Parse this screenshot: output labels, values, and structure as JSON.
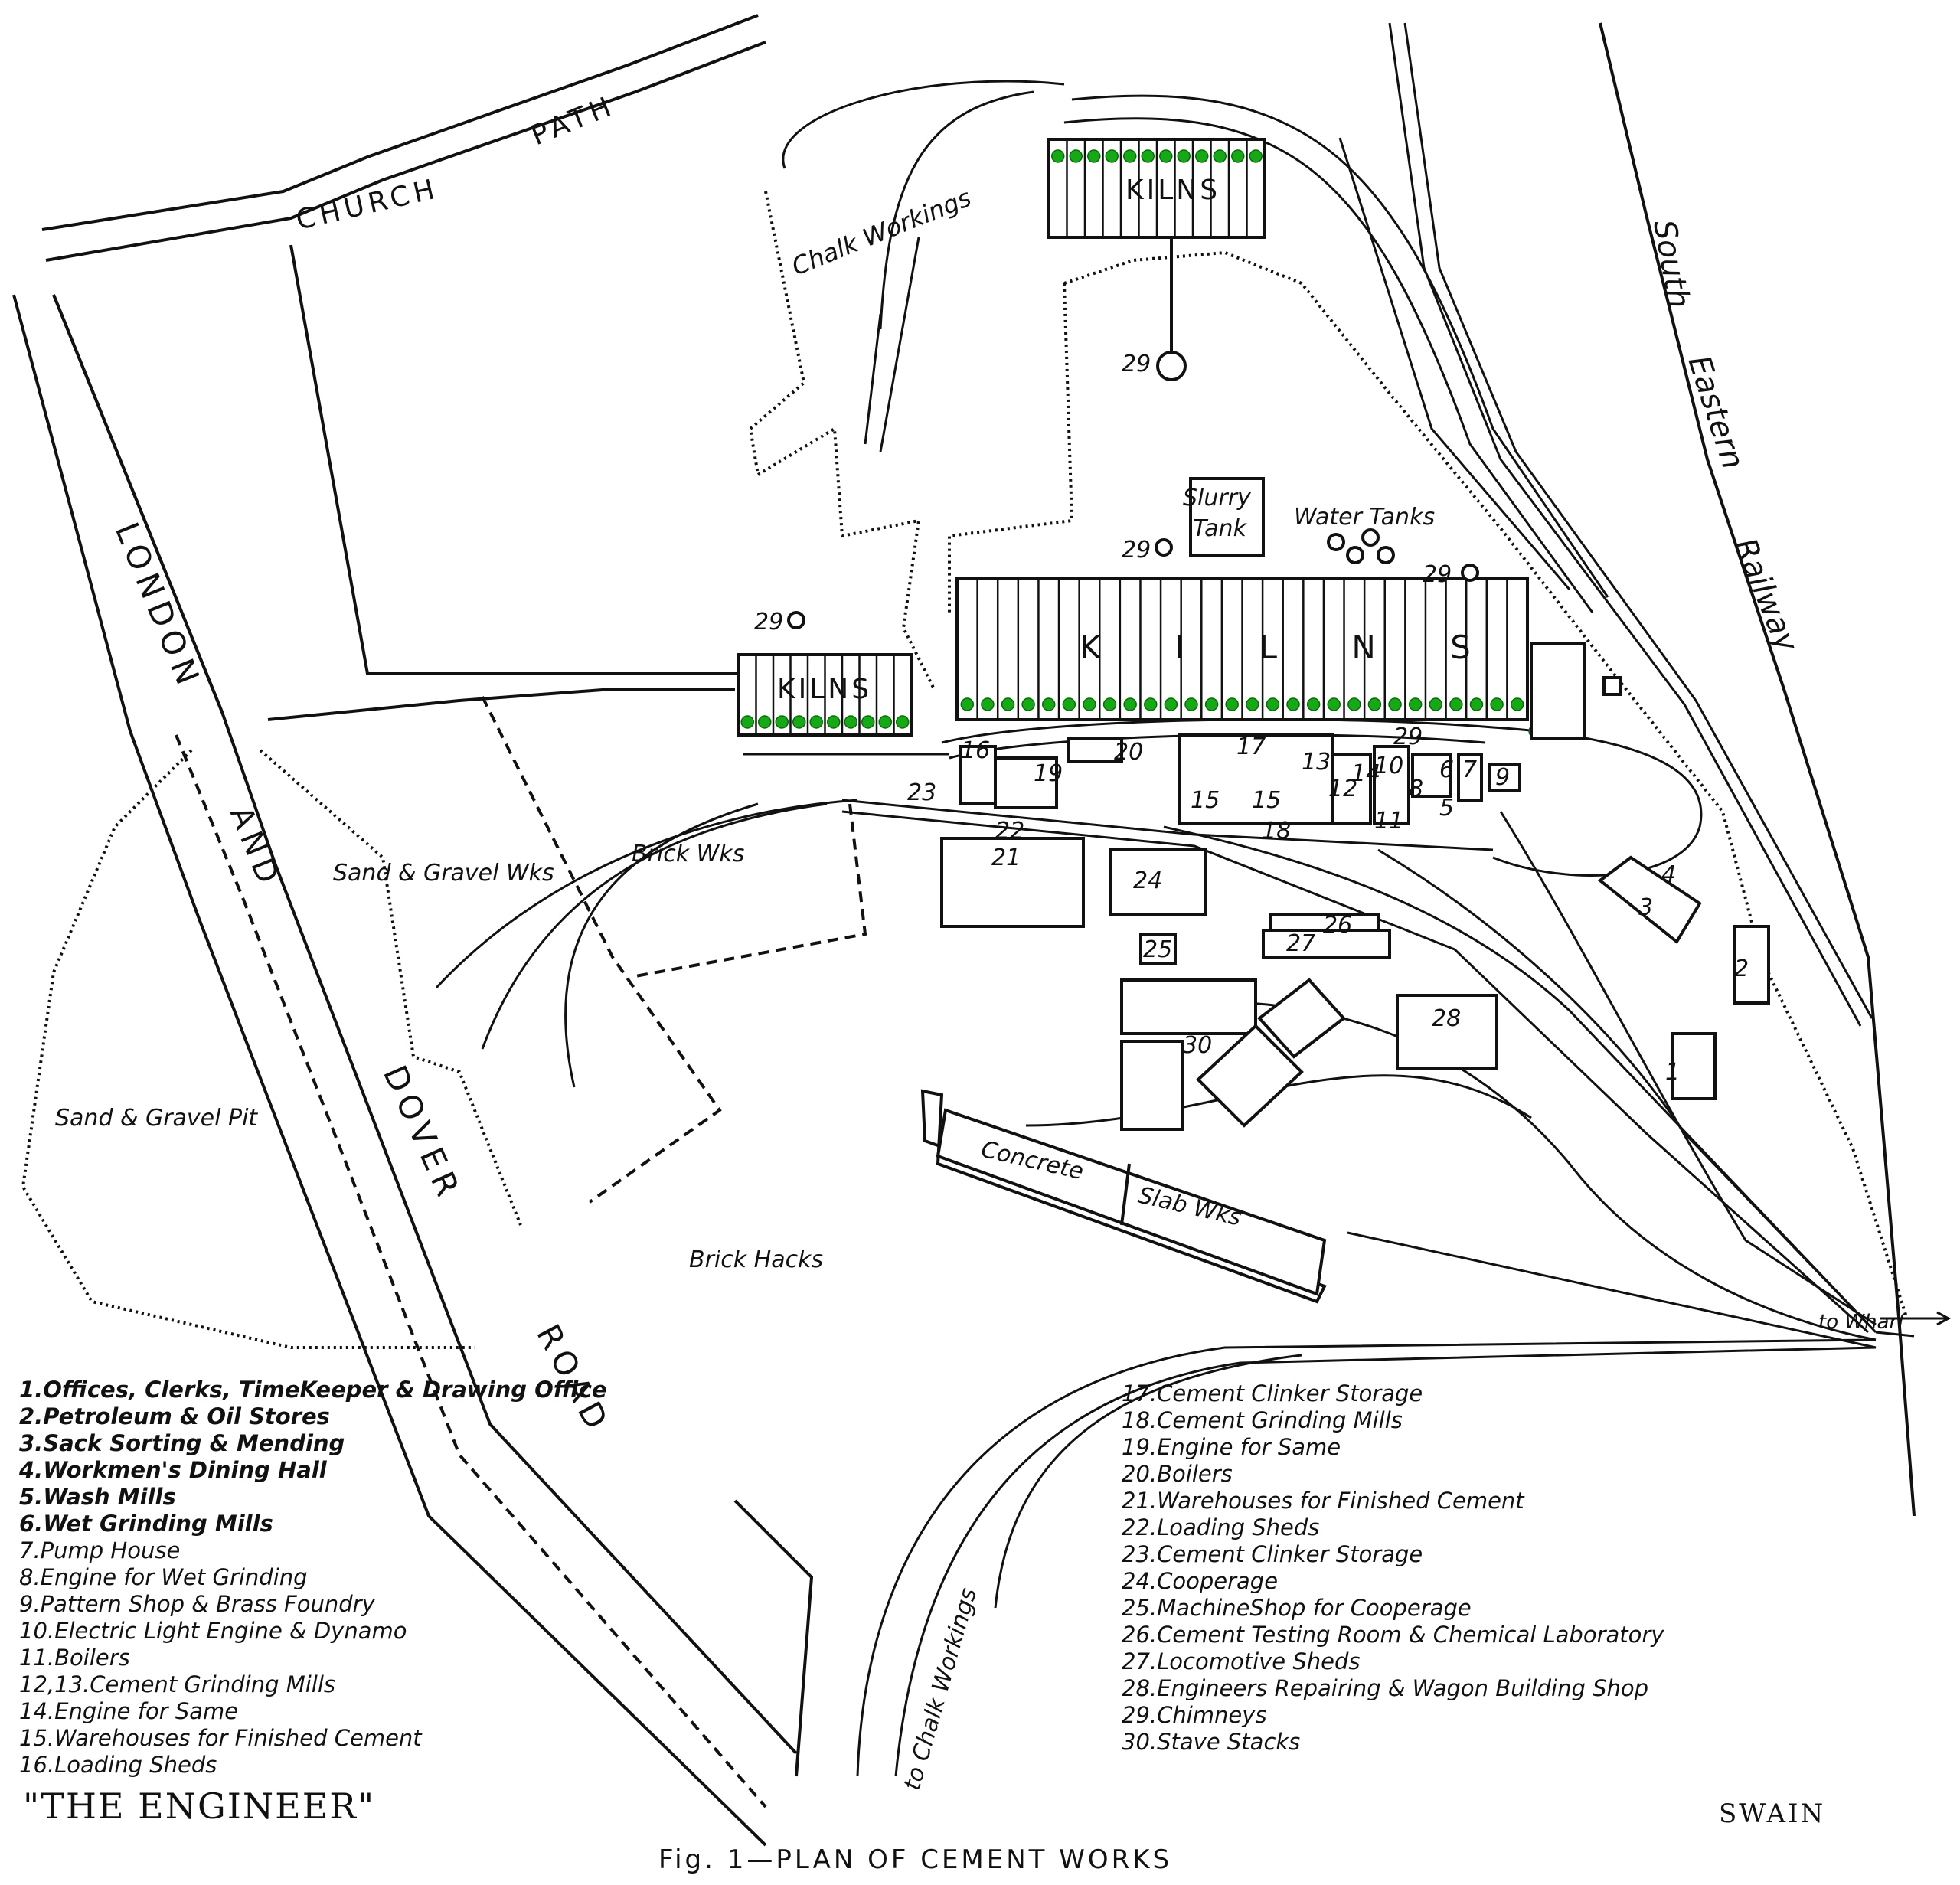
{
  "map": {
    "caption": "Fig. 1—PLAN OF CEMENT WORKS",
    "publication": "\"THE ENGINEER\"",
    "engraver": "SWAIN",
    "colors": {
      "ink": "#111111",
      "paper": "#ffffff",
      "kiln_marker": "#17a817"
    },
    "roads": {
      "church_path": [
        "CHURCH",
        "PATH"
      ],
      "london_dover_road": [
        "LONDON",
        "AND",
        "DOVER",
        "ROAD"
      ],
      "railway": [
        "South",
        "Eastern",
        "Railway"
      ]
    },
    "area_labels": {
      "chalk_workings": "Chalk Workings",
      "sand_gravel_works": "Sand & Gravel Wks",
      "brick_works": "Brick Wks",
      "sand_gravel_pit": "Sand & Gravel Pit",
      "brick_hacks": "Brick Hacks",
      "slurry_tank": [
        "Slurry",
        "Tank"
      ],
      "water_tanks": "Water Tanks",
      "kilns": "KILNS",
      "kilns_spaced": "K I L N S",
      "concrete": "Concrete",
      "slab_works": "Slab Wks",
      "to_wharf": "to Wharf",
      "to_chalk_workings": "to Chalk Workings"
    },
    "building_numbers": [
      "1",
      "2",
      "3",
      "4",
      "5",
      "6",
      "7",
      "8",
      "9",
      "10",
      "11",
      "12",
      "13",
      "14",
      "15",
      "16",
      "17",
      "18",
      "19",
      "20",
      "21",
      "22",
      "23",
      "24",
      "25",
      "26",
      "27",
      "28",
      "29",
      "30"
    ],
    "legend_left": [
      "1.Offices, Clerks, TimeKeeper & Drawing Office",
      "2.Petroleum & Oil Stores",
      "3.Sack Sorting & Mending",
      "4.Workmen's Dining Hall",
      "5.Wash Mills",
      "6.Wet Grinding Mills",
      "7.Pump House",
      "8.Engine for Wet Grinding",
      "9.Pattern Shop & Brass Foundry",
      "10.Electric Light Engine & Dynamo",
      "11.Boilers",
      "12,13.Cement Grinding Mills",
      "14.Engine for Same",
      "15.Warehouses for Finished Cement",
      "16.Loading Sheds"
    ],
    "legend_right": [
      "17.Cement Clinker Storage",
      "18.Cement Grinding Mills",
      "19.Engine for Same",
      "20.Boilers",
      "21.Warehouses for Finished Cement",
      "22.Loading Sheds",
      "23.Cement Clinker Storage",
      "24.Cooperage",
      "25.MachineShop for Cooperage",
      "26.Cement Testing Room & Chemical Laboratory",
      "27.Locomotive Sheds",
      "28.Engineers Repairing & Wagon Building Shop",
      "29.Chimneys",
      "30.Stave Stacks"
    ]
  }
}
